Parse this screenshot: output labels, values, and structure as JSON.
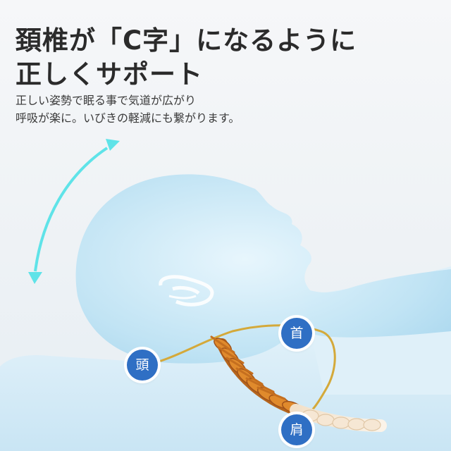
{
  "headline": {
    "line1": "頚椎が「C字」になるように",
    "line2": "正しくサポート"
  },
  "subtext": {
    "line1": "正しい姿勢で眠る事で気道が広がり",
    "line2": "呼吸が楽に。いびきの軽減にも繋がります。"
  },
  "labels": {
    "head": "頭",
    "neck": "首",
    "shoulder": "肩"
  },
  "icons": [
    "rotation-arrow-icon"
  ],
  "colors": {
    "headline": "#2b2b2b",
    "badge": "#2f6fc4",
    "arrow": "#5fe3e8",
    "pillow": "#cfe8f6",
    "head_silhouette": "#bfe3f4",
    "spine": "#d9822b",
    "curve_line": "#d4a93a"
  }
}
